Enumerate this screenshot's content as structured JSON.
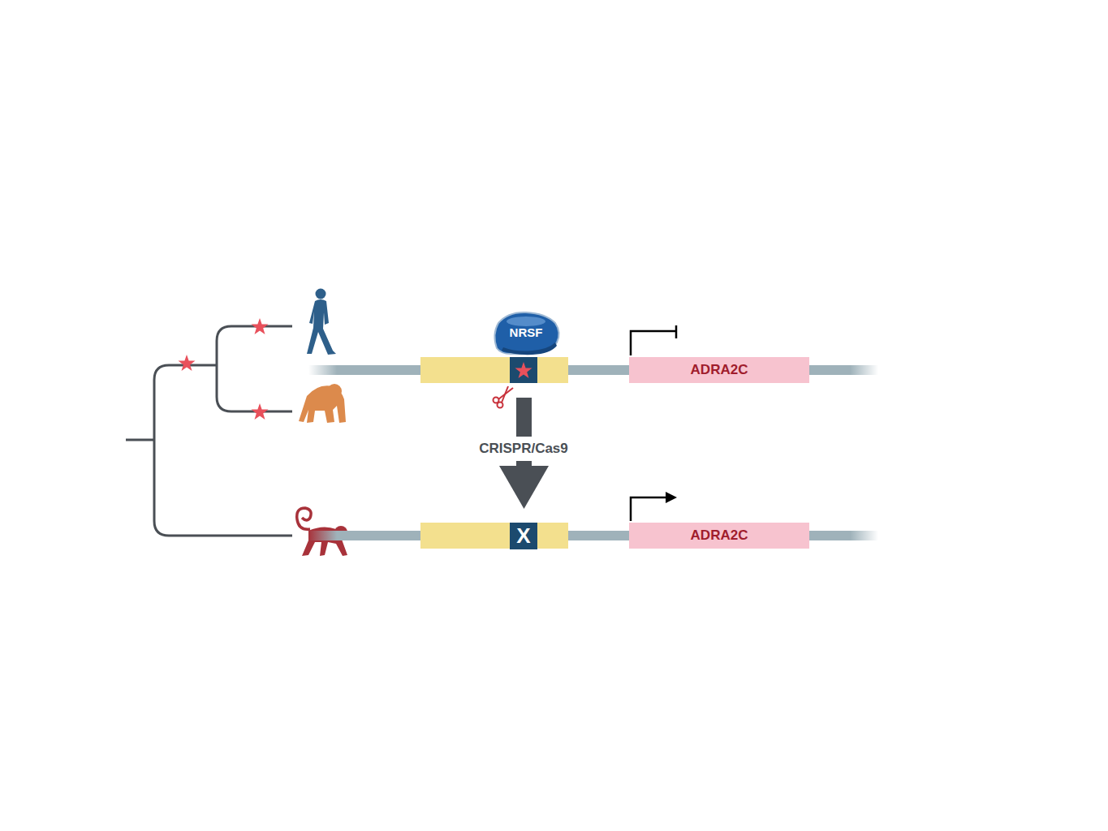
{
  "diagram": {
    "nodes": [
      {
        "text": [
          "NRSF"
        ]
      },
      {
        "text": [
          "ADRA2C"
        ]
      },
      {
        "text": [
          "X"
        ]
      },
      {
        "text": [
          "ADRA2C"
        ]
      }
    ],
    "labels": [
      "CRISPR/Cas9"
    ]
  }
}
